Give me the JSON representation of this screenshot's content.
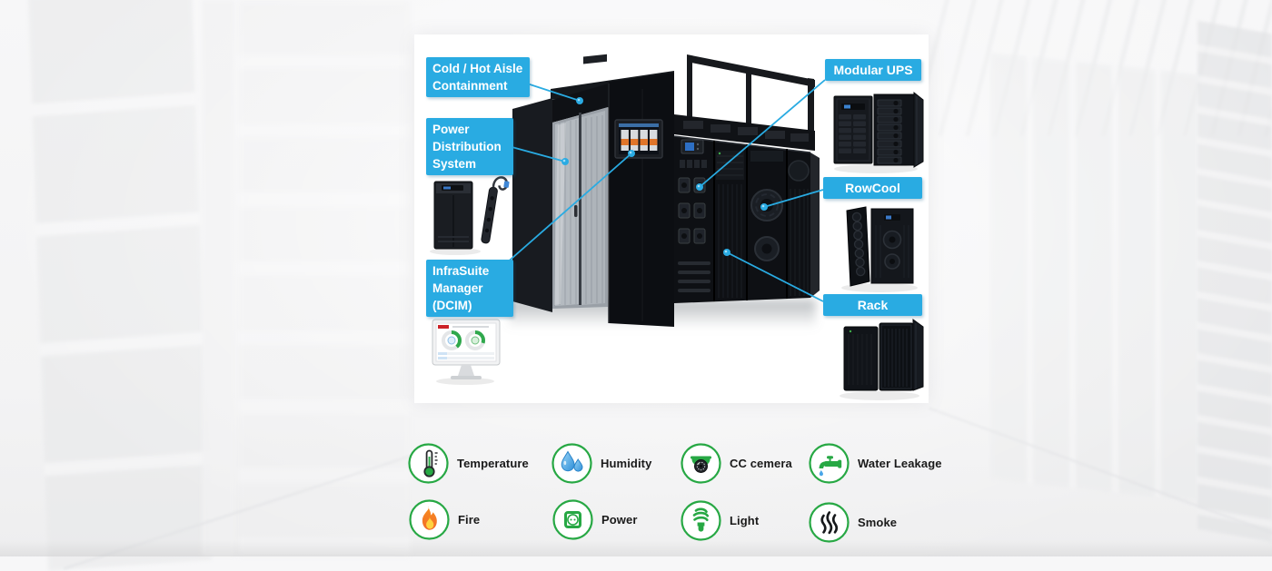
{
  "infographic": {
    "callout_color": "#29abe2",
    "callouts": {
      "cold_hot_aisle": {
        "line1": "Cold / Hot Aisle",
        "line2": "Containment"
      },
      "power_distribution": {
        "line1": "Power",
        "line2": "Distribution",
        "line3": "System"
      },
      "infrasuite_manager": {
        "line1": "InfraSuite",
        "line2": "Manager",
        "line3": "(DCIM)"
      },
      "modular_ups": {
        "label": "Modular UPS"
      },
      "rowcool": {
        "label": "RowCool"
      },
      "rack": {
        "label": "Rack"
      }
    }
  },
  "sensors": {
    "ring_color": "#27a844",
    "items": [
      {
        "label": "Temperature",
        "icon": "thermometer-icon"
      },
      {
        "label": "Humidity",
        "icon": "humidity-drops-icon"
      },
      {
        "label": "CC cemera",
        "icon": "cctv-camera-icon"
      },
      {
        "label": "Water Leakage",
        "icon": "water-tap-icon"
      },
      {
        "label": "Fire",
        "icon": "flame-icon"
      },
      {
        "label": "Power",
        "icon": "power-outlet-icon"
      },
      {
        "label": "Light",
        "icon": "light-bulb-icon"
      },
      {
        "label": "Smoke",
        "icon": "smoke-icon"
      }
    ]
  }
}
